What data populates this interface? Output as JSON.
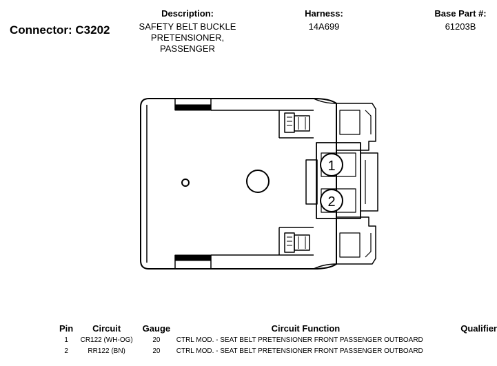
{
  "connector": {
    "title": "Connector: C3202"
  },
  "description": {
    "label": "Description:",
    "value": "SAFETY BELT BUCKLE PRETENSIONER, PASSENGER"
  },
  "harness": {
    "label": "Harness:",
    "value": "14A699"
  },
  "base_part": {
    "label": "Base Part #:",
    "value": "61203B"
  },
  "diagram": {
    "pin_labels": [
      "1",
      "2"
    ]
  },
  "pin_table": {
    "headers": {
      "pin": "Pin",
      "circuit": "Circuit",
      "gauge": "Gauge",
      "function": "Circuit Function",
      "qualifier": "Qualifier"
    },
    "rows": [
      {
        "pin": "1",
        "circuit": "CR122 (WH-OG)",
        "gauge": "20",
        "function": "CTRL MOD. - SEAT BELT PRETENSIONER FRONT PASSENGER OUTBOARD",
        "qualifier": ""
      },
      {
        "pin": "2",
        "circuit": "RR122 (BN)",
        "gauge": "20",
        "function": "CTRL MOD. - SEAT BELT PRETENSIONER FRONT PASSENGER OUTBOARD",
        "qualifier": ""
      }
    ]
  }
}
